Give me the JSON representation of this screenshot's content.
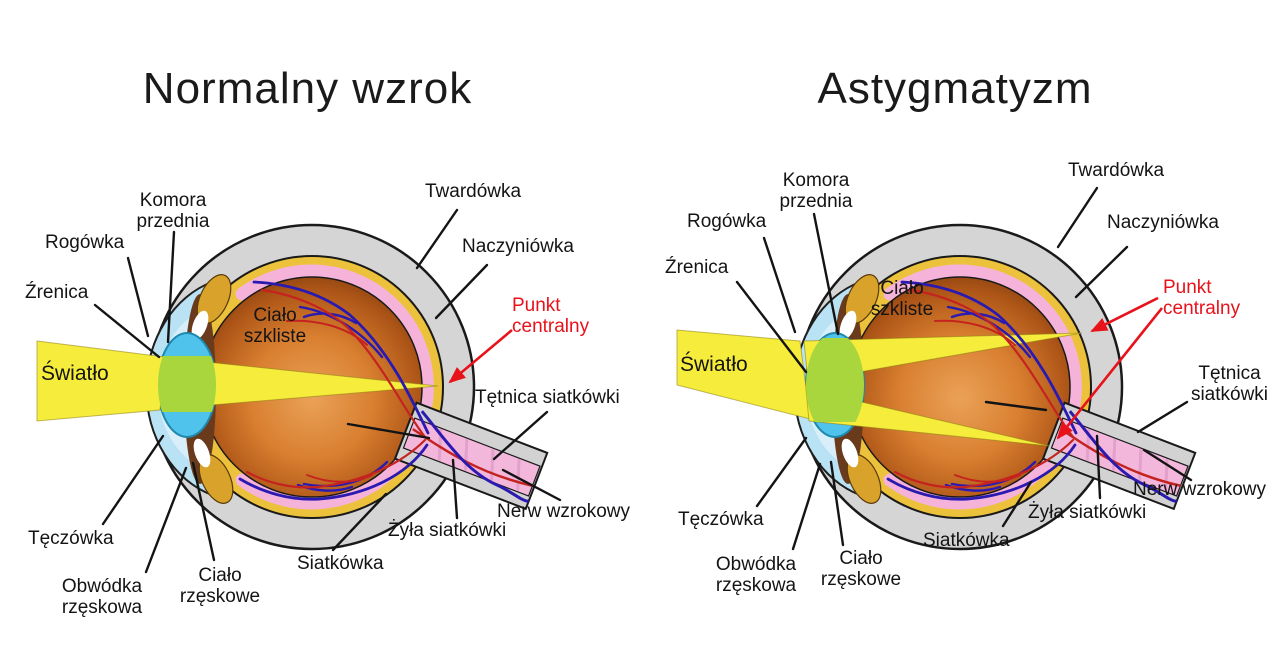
{
  "page": {
    "background": "#ffffff"
  },
  "diagrams": [
    {
      "id": "normal-vision",
      "title": "Normalny wzrok",
      "labels": {
        "light": "Światło",
        "anterior_chamber": "Komora przednia",
        "cornea": "Rogówka",
        "pupil": "Źrenica",
        "sclera": "Twardówka",
        "choroid": "Naczyniówka",
        "central_point": "Punkt centralny",
        "vitreous_body": "Ciało szkliste",
        "retinal_artery": "Tętnica siatkówki",
        "optic_nerve": "Nerw wzrokowy",
        "retinal_vein": "Żyła siatkówki",
        "retina": "Siatkówka",
        "iris": "Tęczówka",
        "ciliary_zonule": "Obwódka rzęskowa",
        "ciliary_body": "Ciało rzęskowe"
      }
    },
    {
      "id": "astigmatism",
      "title": "Astygmatyzm",
      "labels": {
        "light": "Światło",
        "anterior_chamber": "Komora przednia",
        "cornea": "Rogówka",
        "pupil": "Źrenica",
        "sclera": "Twardówka",
        "choroid": "Naczyniówka",
        "central_point": "Punkt centralny",
        "vitreous_body": "Ciało szkliste",
        "retinal_artery": "Tętnica siatkówki",
        "optic_nerve": "Nerw wzrokowy",
        "retinal_vein": "Żyła siatkówki",
        "retina": "Siatkówka",
        "iris": "Tęczówka",
        "ciliary_zonule": "Obwódka rzęskowa",
        "ciliary_body": "Ciało rzęskowe"
      }
    }
  ],
  "colors": {
    "label_text": "#141414",
    "accent_red": "#e8121a",
    "light_beam_yellow": "#f6ec3b",
    "sclera_grey": "#d5d5d5",
    "choroid_gold": "#ecc23c",
    "retina_pink": "#f6b3da",
    "lens_cyan": "#4fc3ec",
    "lens_beam_green": "#a8d63c",
    "vein_blue": "#2a1ab0",
    "artery_red": "#c5231f"
  }
}
